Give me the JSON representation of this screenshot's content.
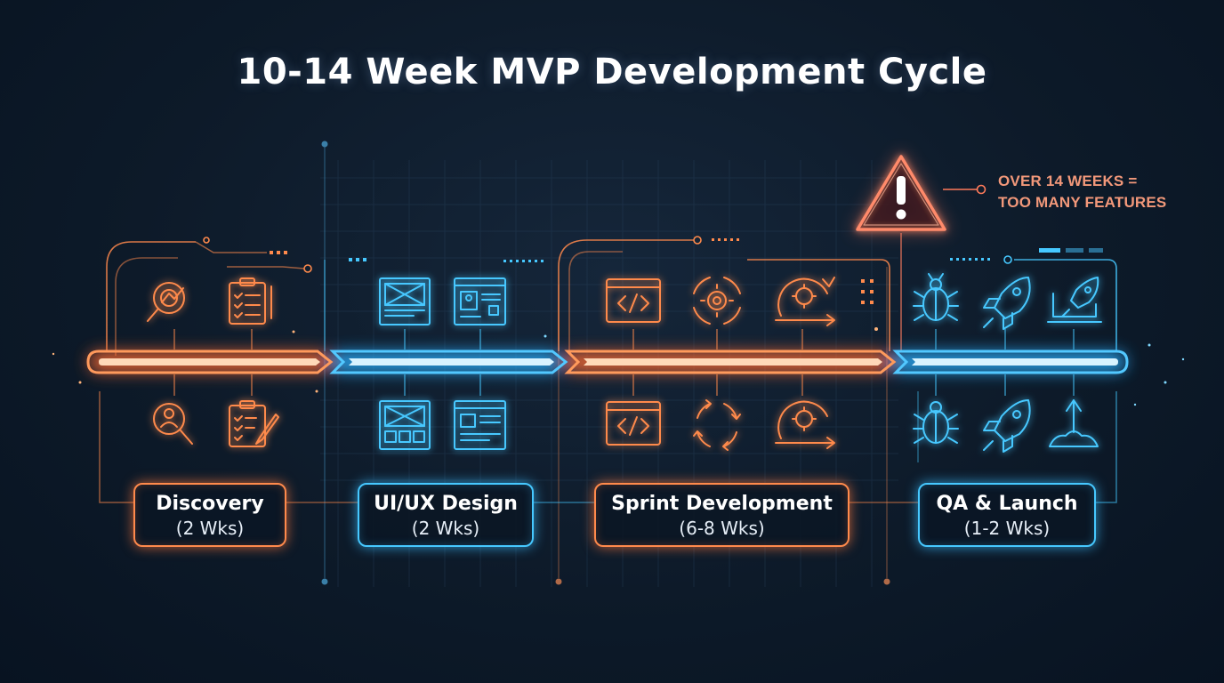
{
  "title": "10-14 Week MVP Development Cycle",
  "warning": {
    "line1": "OVER 14 WEEKS =",
    "line2": "TOO MANY FEATURES",
    "icon": "warning-triangle-icon",
    "color": "#ff7a5a"
  },
  "colors": {
    "orange": "#ff8a4c",
    "blue": "#46c8ff",
    "background": "#0d1a29"
  },
  "phases": [
    {
      "name": "Discovery",
      "duration": "(2 Wks)",
      "color": "orange",
      "icons_top": [
        "magnifier-analytics-icon",
        "clipboard-checklist-icon"
      ],
      "icons_bottom": [
        "user-search-icon",
        "checklist-edit-icon"
      ]
    },
    {
      "name": "UI/UX Design",
      "duration": "(2 Wks)",
      "color": "blue",
      "icons_top": [
        "wireframe-icon",
        "profile-layout-icon"
      ],
      "icons_bottom": [
        "wireframe-grid-icon",
        "layout-icon"
      ]
    },
    {
      "name": "Sprint Development",
      "duration": "(6-8 Wks)",
      "color": "orange",
      "icons_top": [
        "code-window-icon",
        "gear-cycle-icon",
        "sprint-loop-icon"
      ],
      "icons_bottom": [
        "code-window-icon",
        "cycle-arrows-icon",
        "sprint-loop-icon"
      ]
    },
    {
      "name": "QA & Launch",
      "duration": "(1-2 Wks)",
      "color": "blue",
      "icons_top": [
        "bug-icon",
        "rocket-icon",
        "laptop-rocket-icon"
      ],
      "icons_bottom": [
        "bug-icon",
        "rocket-icon",
        "launch-arrow-icon"
      ]
    }
  ]
}
